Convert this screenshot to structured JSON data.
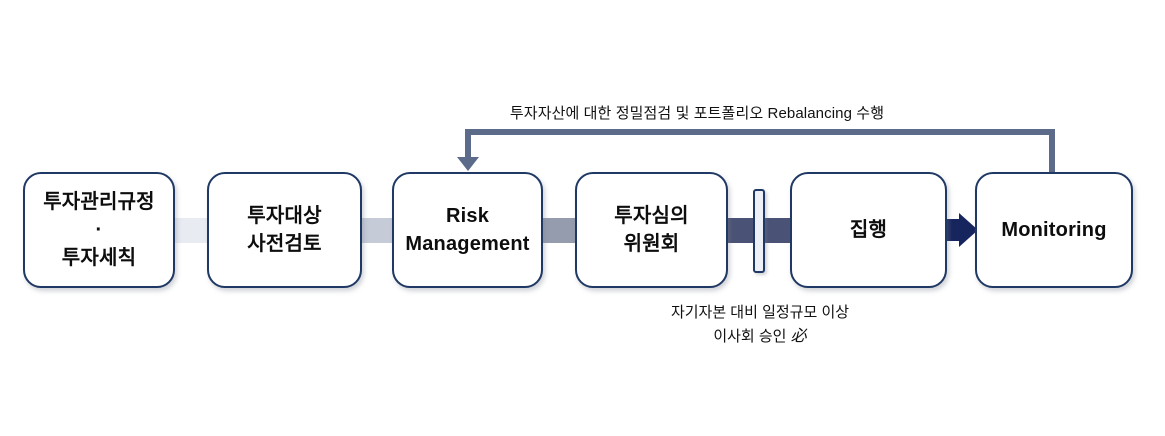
{
  "diagram": {
    "feedback_label": "투자자산에 대한 정밀점검 및 포트폴리오 Rebalancing 수행",
    "boxes": [
      {
        "id": "policy",
        "label": "투자관리규정\n·\n투자세칙"
      },
      {
        "id": "pre-review",
        "label": "투자대상\n사전검토"
      },
      {
        "id": "risk-management",
        "label": "Risk\nManagement"
      },
      {
        "id": "investment-committee",
        "label": "투자심의\n위원회"
      },
      {
        "id": "execution",
        "label": "집행"
      },
      {
        "id": "monitoring",
        "label": "Monitoring"
      }
    ],
    "gate_note": {
      "line1": "자기자본 대비 일정규모 이상",
      "line2": "이사회 승인",
      "mark": "必"
    },
    "colors": {
      "box_border": "#1f3864",
      "arrow_fill": "#17255e",
      "feedback_line": "#5b6b89",
      "connector_1": "#e8ebf2",
      "connector_2": "#c6cbd8",
      "connector_3": "#959cae",
      "connector_4": "#4a5276",
      "gate_fill": "#edf0f7"
    }
  }
}
